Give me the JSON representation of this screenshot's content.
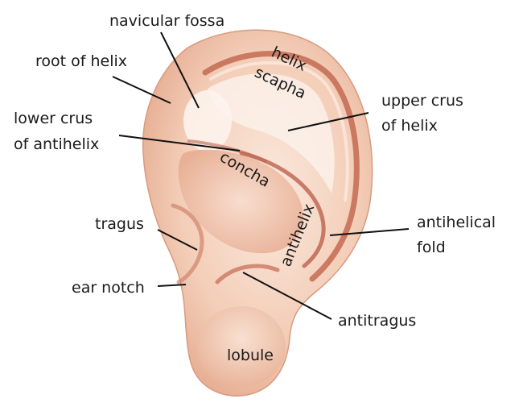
{
  "labels": {
    "navicular_fossa": "navicular fossa",
    "root_of_helix": "root of helix",
    "lower_crus_line1": "lower crus",
    "lower_crus_line2": "of antihelix",
    "upper_crus_line1": "upper crus",
    "upper_crus_line2": "of helix",
    "tragus": "tragus",
    "ear_notch": "ear notch",
    "antihelical_fold_line1": "antihelical",
    "antihelical_fold_line2": "fold",
    "antitragus": "antitragus",
    "helix": "helix",
    "scapha": "scapha",
    "concha": "concha",
    "antihelix": "antihelix",
    "lobule": "lobule"
  },
  "colors": {
    "skin_base": "#f6d9c6",
    "skin_light": "#fbeee4",
    "skin_mid": "#eab69c",
    "skin_dark": "#cf7d62",
    "groove": "#b85a45",
    "leader_line": "#111111",
    "text": "#1a1a1a"
  }
}
